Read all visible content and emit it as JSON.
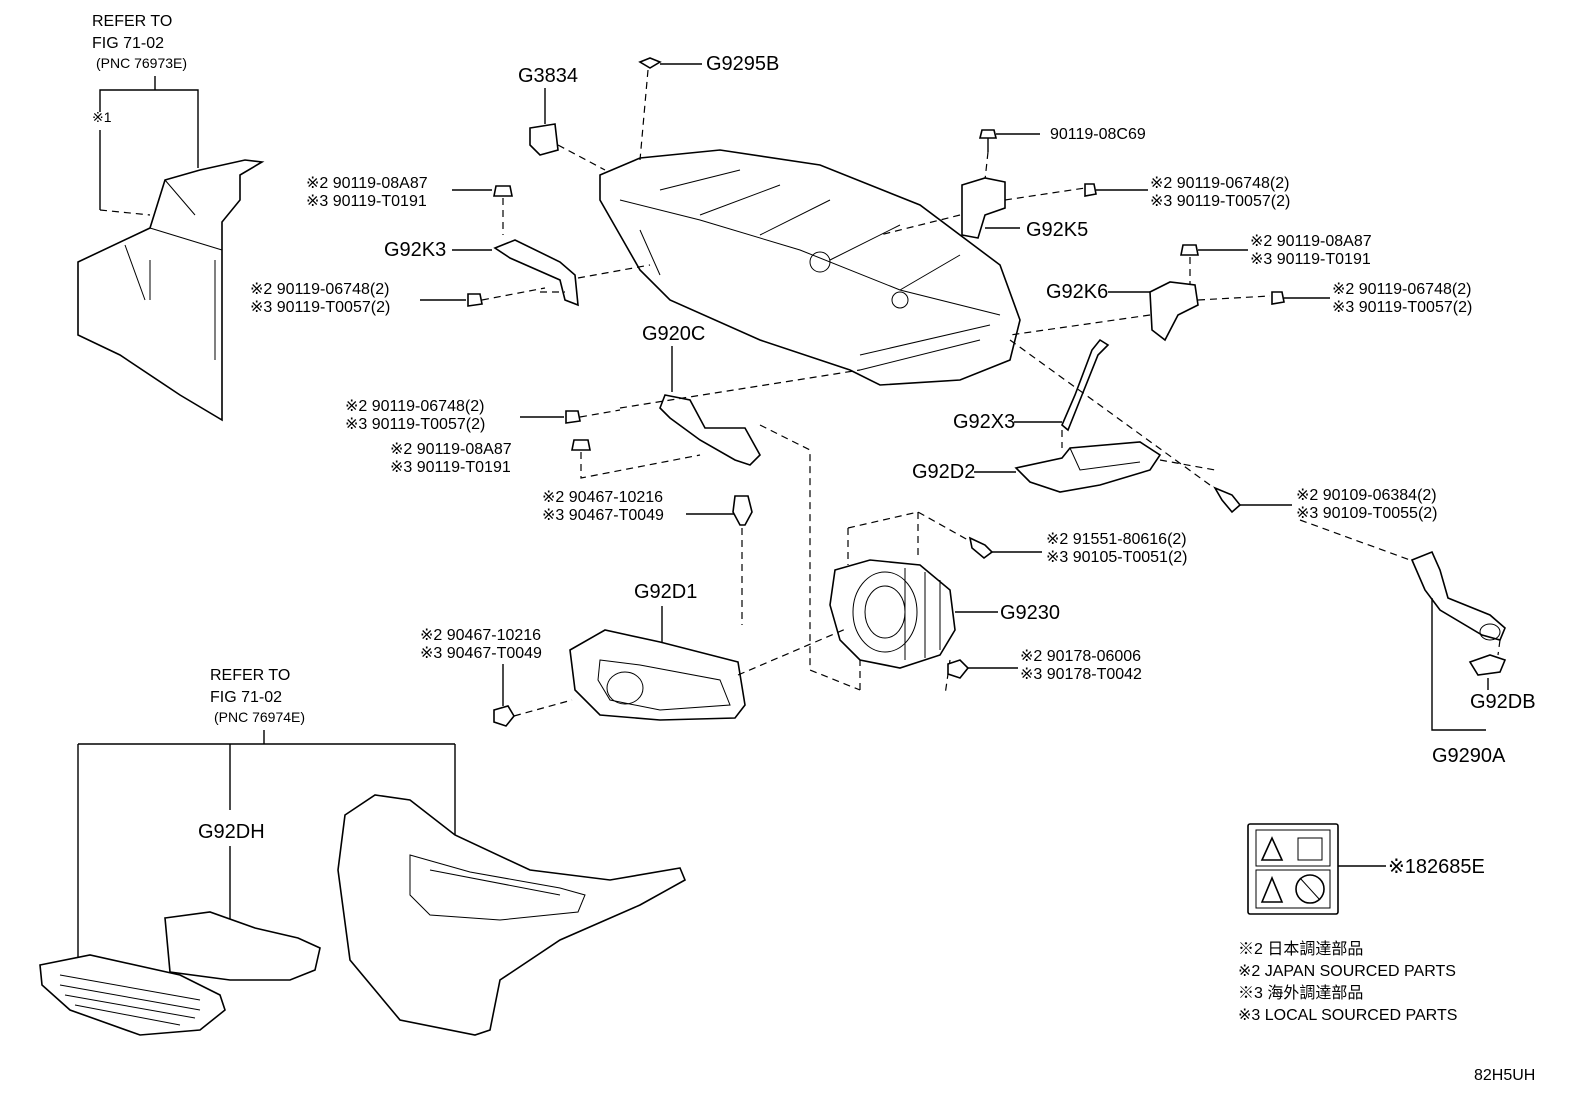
{
  "refer_top": {
    "line1": "REFER TO",
    "line2": "FIG 71-02",
    "line3": "(PNC 76973E)",
    "mark": "※1"
  },
  "refer_bottom": {
    "line1": "REFER TO",
    "line2": "FIG 71-02",
    "line3": "(PNC 76974E)"
  },
  "callouts": {
    "g9295b": "G9295B",
    "g3834": "G3834",
    "g92k3": "G92K3",
    "g92k5": "G92K5",
    "g92k6": "G92K6",
    "g920c": "G920C",
    "g92x3": "G92X3",
    "g92d2": "G92D2",
    "g92d1": "G92D1",
    "g9230": "G9230",
    "g92db": "G92DB",
    "g9290a": "G9290A",
    "g92dh": "G92DH",
    "p82685e": "※182685E"
  },
  "fasteners": {
    "f1": {
      "a": "90119-08C69"
    },
    "f2": {
      "a": "※2 90119-08A87",
      "b": "※3 90119-T0191"
    },
    "f3": {
      "a": "※2 90119-06748(2)",
      "b": "※3 90119-T0057(2)"
    },
    "f4": {
      "a": "※2 90119-06748(2)",
      "b": "※3 90119-T0057(2)"
    },
    "f5": {
      "a": "※2 90119-08A87",
      "b": "※3 90119-T0191"
    },
    "f6": {
      "a": "※2 90119-06748(2)",
      "b": "※3 90119-T0057(2)"
    },
    "f7": {
      "a": "※2 90119-06748(2)",
      "b": "※3 90119-T0057(2)"
    },
    "f8": {
      "a": "※2 90119-08A87",
      "b": "※3 90119-T0191"
    },
    "f9": {
      "a": "※2 90467-10216",
      "b": "※3 90467-T0049"
    },
    "f10": {
      "a": "※2 90109-06384(2)",
      "b": "※3 90109-T0055(2)"
    },
    "f11": {
      "a": "※2 91551-80616(2)",
      "b": "※3 90105-T0051(2)"
    },
    "f12": {
      "a": "※2 90467-10216",
      "b": "※3 90467-T0049"
    },
    "f13": {
      "a": "※2 90178-06006",
      "b": "※3 90178-T0042"
    }
  },
  "legend": {
    "l1": "※2 日本調達部品",
    "l2": "※2 JAPAN SOURCED PARTS",
    "l3": "※3 海外調達部品",
    "l4": "※3 LOCAL SOURCED PARTS"
  },
  "diagram_id": "82H5UH"
}
